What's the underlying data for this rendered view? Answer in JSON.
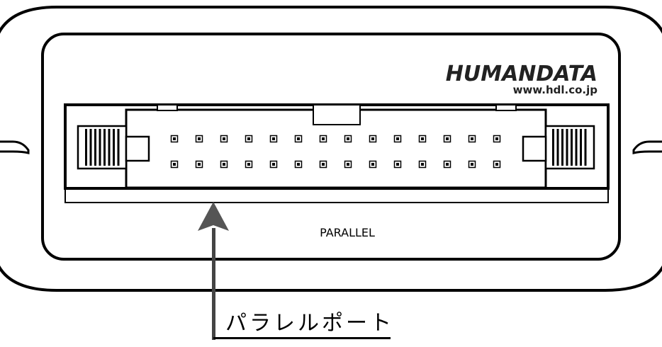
{
  "brand": {
    "logo_text": "HUMANDATA",
    "url": "www.hdl.co.jp"
  },
  "port": {
    "panel_label": "PARALLEL",
    "pin_rows": 2,
    "pins_per_row": 14
  },
  "callout": {
    "label": "パラレルポート"
  },
  "colors": {
    "line": "#000000",
    "background": "#ffffff",
    "arrow": "#555555"
  }
}
